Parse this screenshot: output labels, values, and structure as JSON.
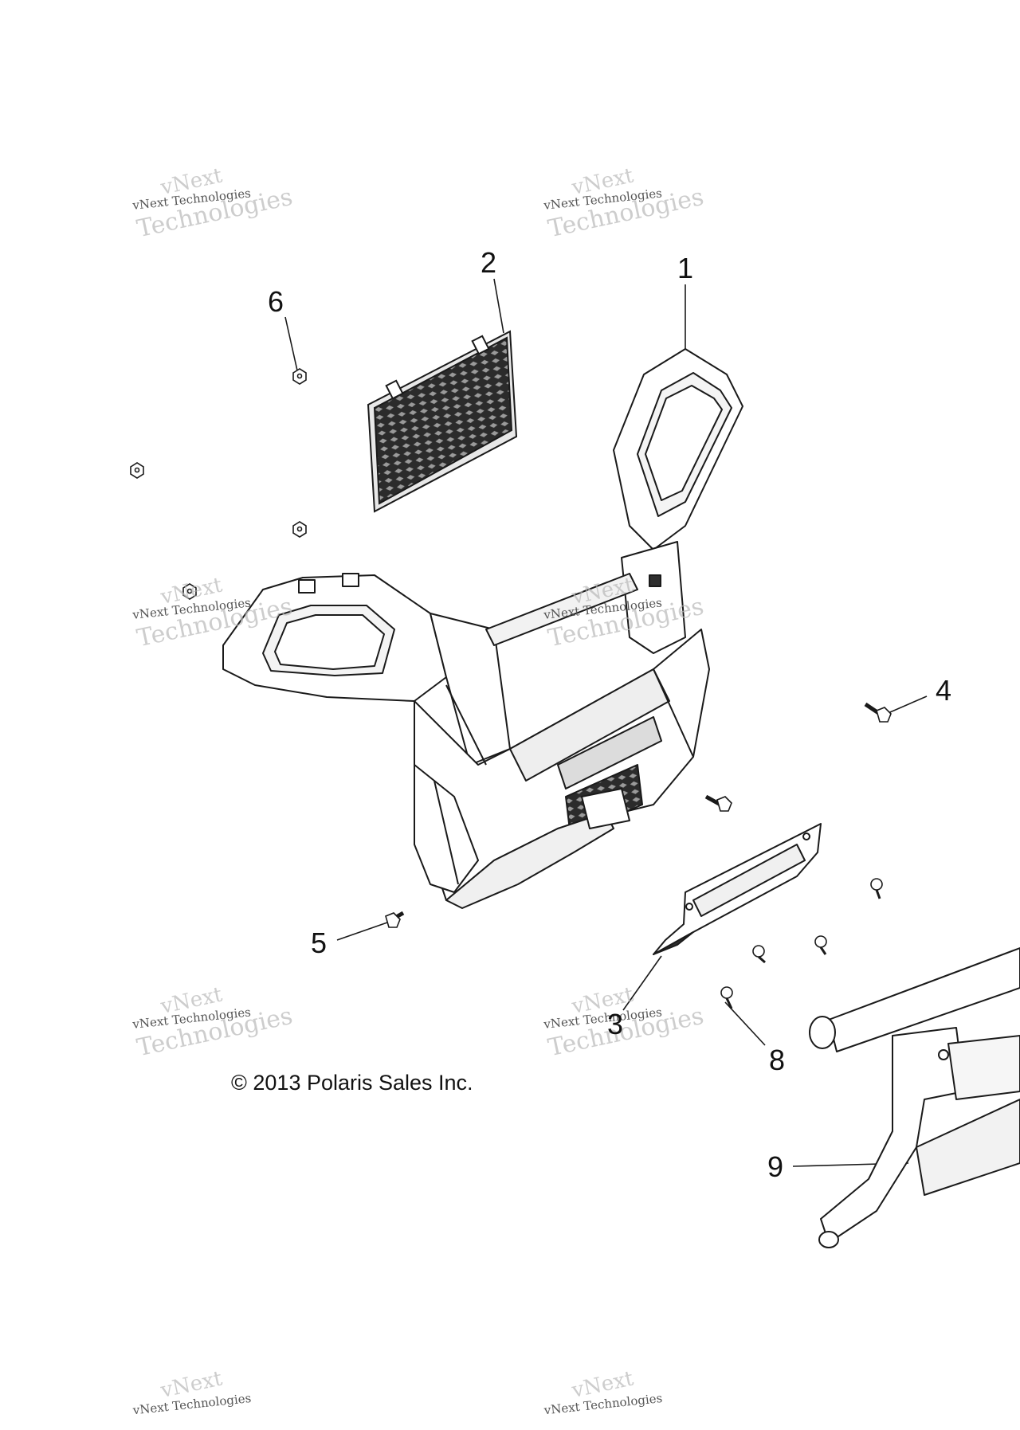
{
  "diagram": {
    "copyright": "© 2013 Polaris Sales Inc.",
    "watermark": {
      "line1": "vNext",
      "line2": "vNext Technologies",
      "line3": "Technologies"
    },
    "callouts": [
      "1",
      "2",
      "3",
      "4",
      "5",
      "6",
      "8",
      "9"
    ]
  },
  "colors": {
    "line": "#1a1a1a",
    "fill_dark": "#2e2e2e",
    "watermark": "#b8b8b8"
  }
}
